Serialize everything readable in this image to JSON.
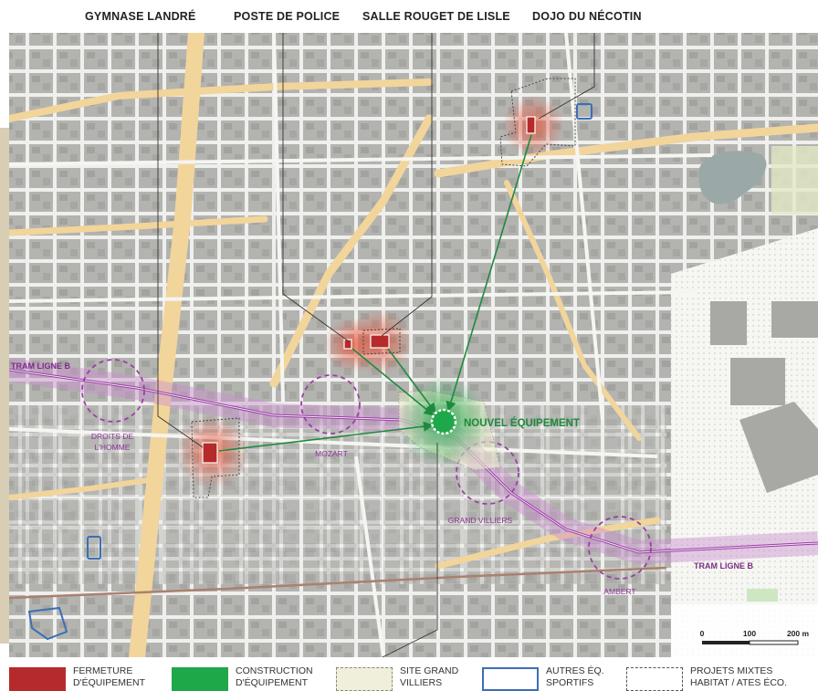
{
  "callouts": [
    {
      "label": "GYMNASE LANDRÉ"
    },
    {
      "label": "POSTE DE POLICE"
    },
    {
      "label": "SALLE ROUGET DE LISLE"
    },
    {
      "label": "DOJO DU NÉCOTIN"
    }
  ],
  "central": {
    "label": "NOUVEL ÉQUIPEMENT",
    "color": "#1fa84a"
  },
  "tram": {
    "label_west": "TRAM LIGNE B",
    "label_east": "TRAM LIGNE B",
    "color": "#9b3fa6"
  },
  "stations": [
    "DROITS DE\nL'HOMME",
    "MOZART",
    "GRAND VILLIERS",
    "AMBERT"
  ],
  "scale": {
    "ticks": [
      "0",
      "100",
      "200 m"
    ]
  },
  "legend": [
    {
      "label": "FERMETURE\nD'ÉQUIPEMENT",
      "color": "#b52a2a"
    },
    {
      "label": "CONSTRUCTION\nD'ÉQUIPEMENT",
      "color": "#1fa84a"
    },
    {
      "label": "SITE GRAND\nVILLIERS",
      "color": "#f0efdc"
    },
    {
      "label": "AUTRES ÉQ.\nSPORTIFS",
      "color": "#3a6fb5"
    },
    {
      "label": "PROJETS MIXTES\nHABITAT / ATES ÉCO.",
      "color": "#555555"
    }
  ],
  "colors": {
    "block": "#b0b0ad",
    "street": "#efefed",
    "avenue": "#f2d59b",
    "closure": "#b52a2a"
  }
}
